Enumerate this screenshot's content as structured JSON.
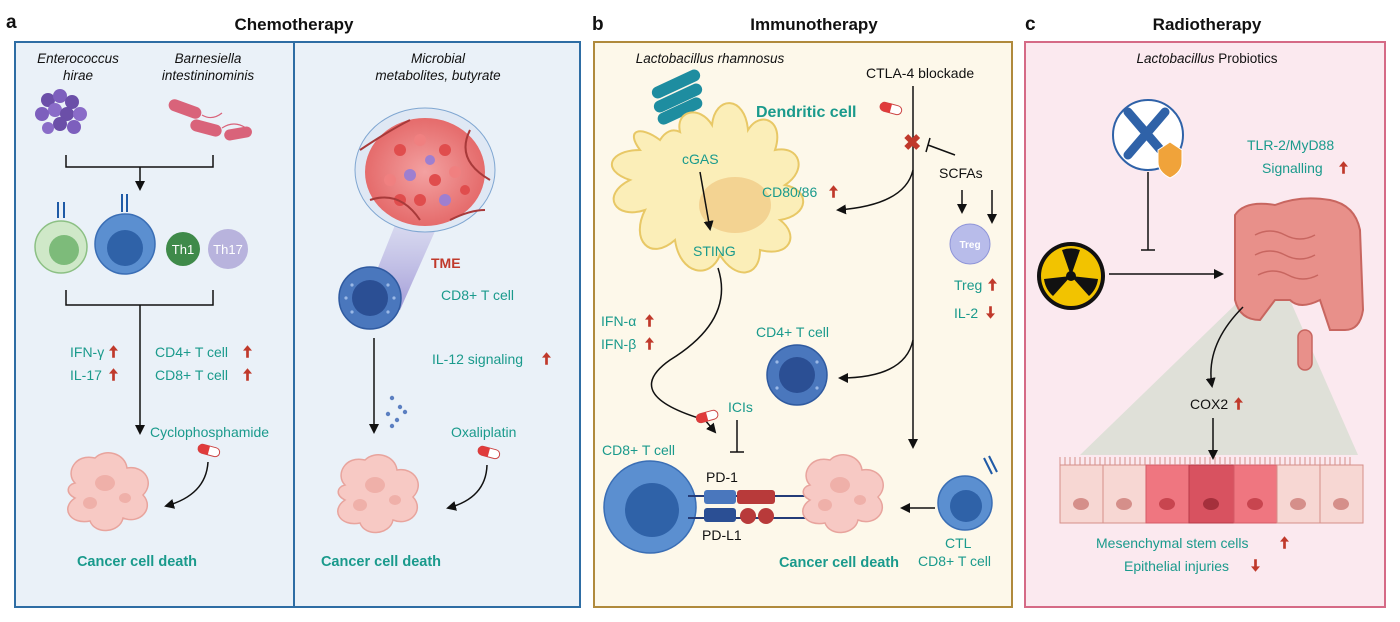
{
  "panels": {
    "a": {
      "letter": "a",
      "title": "Chemotherapy",
      "left": {
        "bacteria1": [
          "Enterococcus",
          "hirae"
        ],
        "bacteria2": [
          "Barnesiella",
          "intestininominis"
        ],
        "cells": [
          "Th1",
          "Th17"
        ],
        "markers_left": [
          "IFN-γ",
          "IL-17"
        ],
        "markers_right": [
          "CD4+ T cell",
          "CD8+ T cell"
        ],
        "drug": "Cyclophosphamide",
        "outcome": "Cancer cell death"
      },
      "right": {
        "source": [
          "Microbial",
          "metabolites, butyrate"
        ],
        "tme": "TME",
        "cell": "CD8+ T cell",
        "signal": "IL-12 signaling",
        "drug": "Oxaliplatin",
        "outcome": "Cancer cell death"
      }
    },
    "b": {
      "letter": "b",
      "title": "Immunotherapy",
      "bacteria": "Lactobacillus rhamnosus",
      "dendritic": "Dendritic cell",
      "cgas": "cGAS",
      "sting": "STING",
      "cd80": "CD80/86",
      "ctla4": "CTLA-4 blockade",
      "scfas": "SCFAs",
      "treg_icon": "Treg",
      "treg": "Treg",
      "il2": "IL-2",
      "ifna": "IFN-α",
      "ifnb": "IFN-β",
      "cd4": "CD4+ T cell",
      "icis": "ICIs",
      "cd8": "CD8+ T cell",
      "pd1": "PD-1",
      "pdl1": "PD-L1",
      "outcome": "Cancer cell death",
      "ctl": "CTL",
      "ctl2": "CD8+ T cell"
    },
    "c": {
      "letter": "c",
      "title": "Radiotherapy",
      "probiotic_italic": "Lactobacillus",
      "probiotic_rest": " Probiotics",
      "tlr": "TLR-2/MyD88",
      "signalling": "Signalling",
      "cox2": "COX2",
      "msc": "Mesenchymal stem cells",
      "epi": "Epithelial injuries"
    }
  },
  "colors": {
    "panel_a_bg": "#eaf1f8",
    "panel_a_border": "#2e6da4",
    "panel_b_bg": "#fdf8ea",
    "panel_b_border": "#b08a3c",
    "panel_c_bg": "#fbe9ef",
    "panel_c_border": "#d56a86",
    "teal_text": "#1a9a8c",
    "up_arrow": "#c0392b"
  }
}
